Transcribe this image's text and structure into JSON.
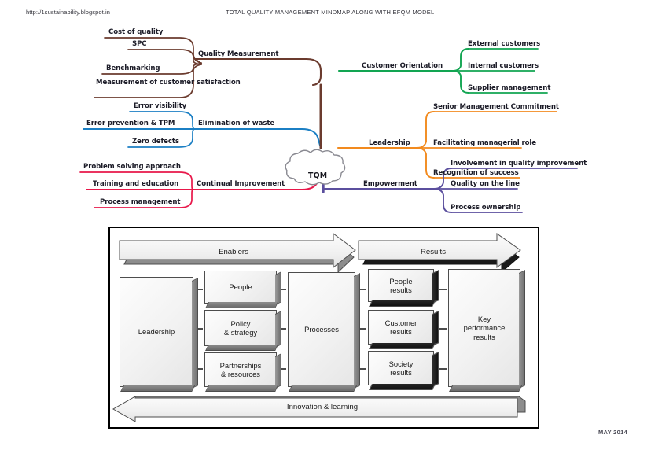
{
  "header": {
    "url": "http://1sustainability.blogspot.in",
    "title": "TOTAL QUALITY MANAGEMENT MINDMAP ALONG WITH EFQM MODEL"
  },
  "footer": {
    "date": "MAY 2014"
  },
  "mindmap": {
    "center": {
      "label": "TQM",
      "shape": "cloud"
    },
    "branches": [
      {
        "id": "quality-measurement",
        "label": "Quality Measurement",
        "color": "#6b3b2e",
        "side": "left",
        "children": [
          "Cost of quality",
          "SPC",
          "Benchmarking",
          "Measurement of customer satisfaction"
        ]
      },
      {
        "id": "elimination-of-waste",
        "label": "Elimination of waste",
        "color": "#1b7fc4",
        "side": "left",
        "children": [
          "Error visibility",
          "Error prevention & TPM",
          "Zero defects"
        ]
      },
      {
        "id": "continual-improvement",
        "label": "Continual Improvement",
        "color": "#e8174a",
        "side": "left",
        "children": [
          "Problem solving approach",
          "Training and education",
          "Process management"
        ]
      },
      {
        "id": "customer-orientation",
        "label": "Customer Orientation",
        "color": "#12a552",
        "side": "right",
        "children": [
          "External customers",
          "Internal customers",
          "Supplier management"
        ]
      },
      {
        "id": "leadership",
        "label": "Leadership",
        "color": "#f28a1e",
        "side": "right",
        "children": [
          "Senior Management Commitment",
          "Facilitating managerial role",
          "Recognition of success"
        ]
      },
      {
        "id": "empowerment",
        "label": "Empowerment",
        "color": "#5b4f9e",
        "side": "right",
        "children": [
          "Involvement in quality improvement",
          "Quality on the line",
          "Process ownership"
        ]
      }
    ]
  },
  "efqm": {
    "arrows": {
      "enablers": "Enablers",
      "results": "Results",
      "innovation": "Innovation & learning"
    },
    "enabler_boxes": {
      "leadership": "Leadership",
      "people": "People",
      "policy_strategy": "Policy\n& strategy",
      "partnerships_resources": "Partnerships\n& resources",
      "processes": "Processes"
    },
    "result_boxes": {
      "people_results": "People\nresults",
      "customer_results": "Customer\nresults",
      "society_results": "Society\nresults",
      "key_performance_results": "Key\nperformance\nresults"
    }
  }
}
